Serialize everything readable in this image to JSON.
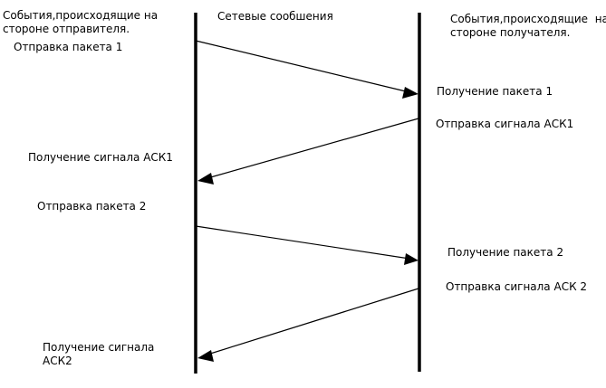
{
  "headers": {
    "sender": "События,происходящие на\nстороне отправителя.",
    "network": "Сетевые сообшения",
    "receiver": "События,происходящие  на\nстороне получателя."
  },
  "events": {
    "send_packet_1": "Отправка пакета 1",
    "recv_packet_1": "Получение пакета 1",
    "send_ack_1": "Отправка сигнала АСК1",
    "recv_ack_1": "Получение сигнала АСК1",
    "send_packet_2": "Отправка пакета 2",
    "recv_packet_2": "Получение пакета 2",
    "send_ack_2": "Отправка сигнала АСК 2",
    "recv_ack_2": "Получение сигнала\nАСК2"
  },
  "colors": {
    "line": "#000000",
    "background": "#ffffff"
  },
  "messages": [
    {
      "from": "sender",
      "to": "receiver",
      "label_ref": "events.send_packet_1"
    },
    {
      "from": "receiver",
      "to": "sender",
      "label_ref": "events.send_ack_1"
    },
    {
      "from": "sender",
      "to": "receiver",
      "label_ref": "events.send_packet_2"
    },
    {
      "from": "receiver",
      "to": "sender",
      "label_ref": "events.send_ack_2"
    }
  ]
}
